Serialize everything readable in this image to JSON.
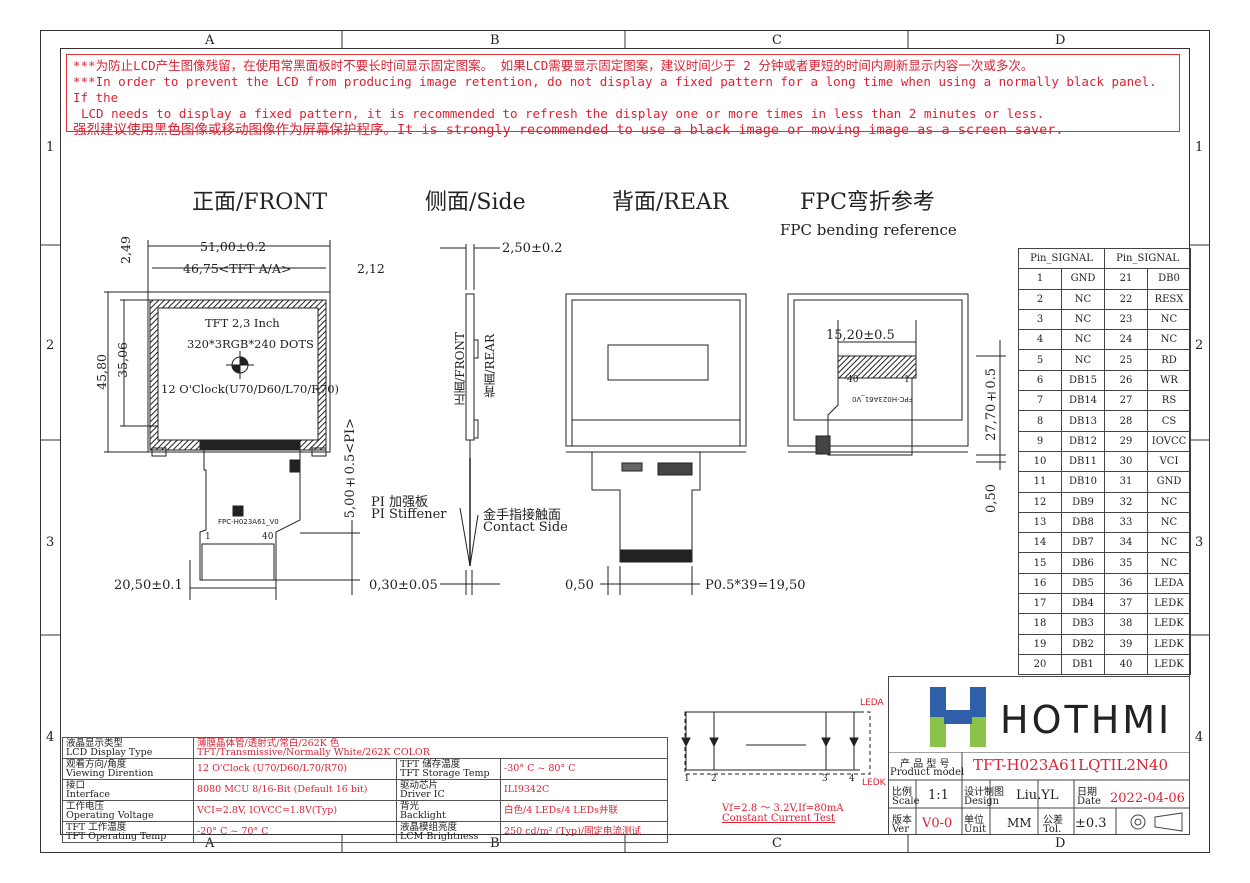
{
  "zones": {
    "cols": [
      "A",
      "B",
      "C",
      "D"
    ],
    "rows": [
      "1",
      "2",
      "3",
      "4"
    ]
  },
  "warning": {
    "line1": "***为防止LCD产生图像残留，在使用常黑面板时不要长时间显示固定图案。 如果LCD需要显示固定图案，建议时间少于 2 分钟或者更短的时间内刷新显示内容一次或多次。",
    "line2": "***In order to prevent the LCD from producing image retention, do not display a fixed pattern for a long time when using a normally black panel. If the",
    "line2b": "LCD needs to display a fixed pattern, it is recommended to refresh the display one or more times in less than 2 minutes or less.",
    "line3": "强烈建议使用黑色图像或移动图像作为屏幕保护程序。It is strongly recommended to use a black image or moving image as a screen saver."
  },
  "views": {
    "front": "正面/FRONT",
    "side": "侧面/Side",
    "rear": "背面/REAR",
    "fpc": "FPC弯折参考",
    "fpc_sub": "FPC bending reference"
  },
  "front": {
    "width": "51,00±0.2",
    "aa": "46,75<TFT A/A>",
    "right": "2,12",
    "top": "2,49",
    "height": "45,80",
    "aa_h": "35,06",
    "tft": "TFT 2,3 Inch",
    "dots": "320*3RGB*240 DOTS",
    "clock": "12 O'Clock(U70/D60/L70/R70)",
    "fpc_label": "FPC-H023A61_V0",
    "pin1": "1",
    "pin40": "40",
    "fpc_w": "20,50±0.1",
    "fpc_len": "5,00±0.5<PI>"
  },
  "side": {
    "thk": "2,50±0.2",
    "front_lbl": "正面/FRONT",
    "rear_lbl": "背面/REAR",
    "pi_cn": "PI 加强板",
    "pi_en": "PI Stiffener",
    "gold_cn": "金手指接触面",
    "gold_en": "Contact Side",
    "t": "0,30±0.05"
  },
  "rear": {
    "pitch0": "0,50",
    "pitch": "P0.5*39=19,50"
  },
  "fpcview": {
    "w": "15,20±0.5",
    "h": "27,70±0.5",
    "b": "0,50",
    "label": "FPC-H023A61_V0",
    "p40": "40",
    "p1": "1"
  },
  "pins": [
    [
      "Pin_SIGNAL",
      "",
      "Pin_SIGNAL",
      ""
    ],
    [
      "1",
      "GND",
      "21",
      "DB0"
    ],
    [
      "2",
      "NC",
      "22",
      "RESX"
    ],
    [
      "3",
      "NC",
      "23",
      "NC"
    ],
    [
      "4",
      "NC",
      "24",
      "NC"
    ],
    [
      "5",
      "NC",
      "25",
      "RD"
    ],
    [
      "6",
      "DB15",
      "26",
      "WR"
    ],
    [
      "7",
      "DB14",
      "27",
      "RS"
    ],
    [
      "8",
      "DB13",
      "28",
      "CS"
    ],
    [
      "9",
      "DB12",
      "29",
      "IOVCC"
    ],
    [
      "10",
      "DB11",
      "30",
      "VCI"
    ],
    [
      "11",
      "DB10",
      "31",
      "GND"
    ],
    [
      "12",
      "DB9",
      "32",
      "NC"
    ],
    [
      "13",
      "DB8",
      "33",
      "NC"
    ],
    [
      "14",
      "DB7",
      "34",
      "NC"
    ],
    [
      "15",
      "DB6",
      "35",
      "NC"
    ],
    [
      "16",
      "DB5",
      "36",
      "LEDA"
    ],
    [
      "17",
      "DB4",
      "37",
      "LEDK"
    ],
    [
      "18",
      "DB3",
      "38",
      "LEDK"
    ],
    [
      "19",
      "DB2",
      "39",
      "LEDK"
    ],
    [
      "20",
      "DB1",
      "40",
      "LEDK"
    ]
  ],
  "spec": [
    {
      "k1": "液晶显示类型",
      "k2": "LCD Display Type",
      "v": "薄膜晶体管/透射式/常白/262K 色",
      "v2": "TFT/Transmissive/Normally White/262K COLOR",
      "k3": "",
      "k4": "",
      "v3": ""
    },
    {
      "k1": "观看方向/角度",
      "k2": "Viewing Dirention",
      "v": "12 O'Clock (U70/D60/L70/R70)",
      "v2": "",
      "k3": "TFT 储存温度",
      "k4": "TFT Storage Temp",
      "v3": "-30° C ~ 80° C"
    },
    {
      "k1": "接口",
      "k2": "Interface",
      "v": "8080 MCU 8/16-Bit (Default 16 bit)",
      "v2": "",
      "k3": "驱动芯片",
      "k4": "Driver IC",
      "v3": "ILI9342C"
    },
    {
      "k1": "工作电压",
      "k2": "Operating Voltage",
      "v": "VCI=2.8V, IOVCC=1.8V(Typ)",
      "v2": "",
      "k3": "背光",
      "k4": "Backlight",
      "v3": "白色/4 LEDs/4 LEDs并联"
    },
    {
      "k1": "TFT 工作温度",
      "k2": "TFT Operating Temp",
      "v": "-20° C ~ 70° C",
      "v2": "",
      "k3": "液晶模组亮度",
      "k4": "LCM Brightness",
      "v3": "250 cd/m² (Typ)/固定电流测试"
    }
  ],
  "led": {
    "leda": "LEDA",
    "ledk": "LEDK",
    "n1": "1",
    "n2": "2",
    "n3": "3",
    "n4": "4",
    "spec": "Vf=2.8 ～ 3.2V,If=80mA",
    "cc": "Constant Current Test"
  },
  "titleblock": {
    "brand": "HOTHMI",
    "model_cn": "产 品 型 号",
    "model_en": "Product model",
    "model": "TFT-H023A61LQTIL2N40",
    "scale_cn": "比例",
    "scale_en": "Scale",
    "scale": "1:1",
    "design_cn": "设计制图",
    "design_en": "Design",
    "design": "Liu.YL",
    "date_cn": "日期",
    "date_en": "Date",
    "date": "2022-04-06",
    "ver_cn": "版本",
    "ver_en": "Ver",
    "ver": "V0-0",
    "unit_cn": "单位",
    "unit_en": "Unit",
    "unit": "MM",
    "tol_cn": "公差",
    "tol_en": "Tol.",
    "tol": "±0.3"
  }
}
